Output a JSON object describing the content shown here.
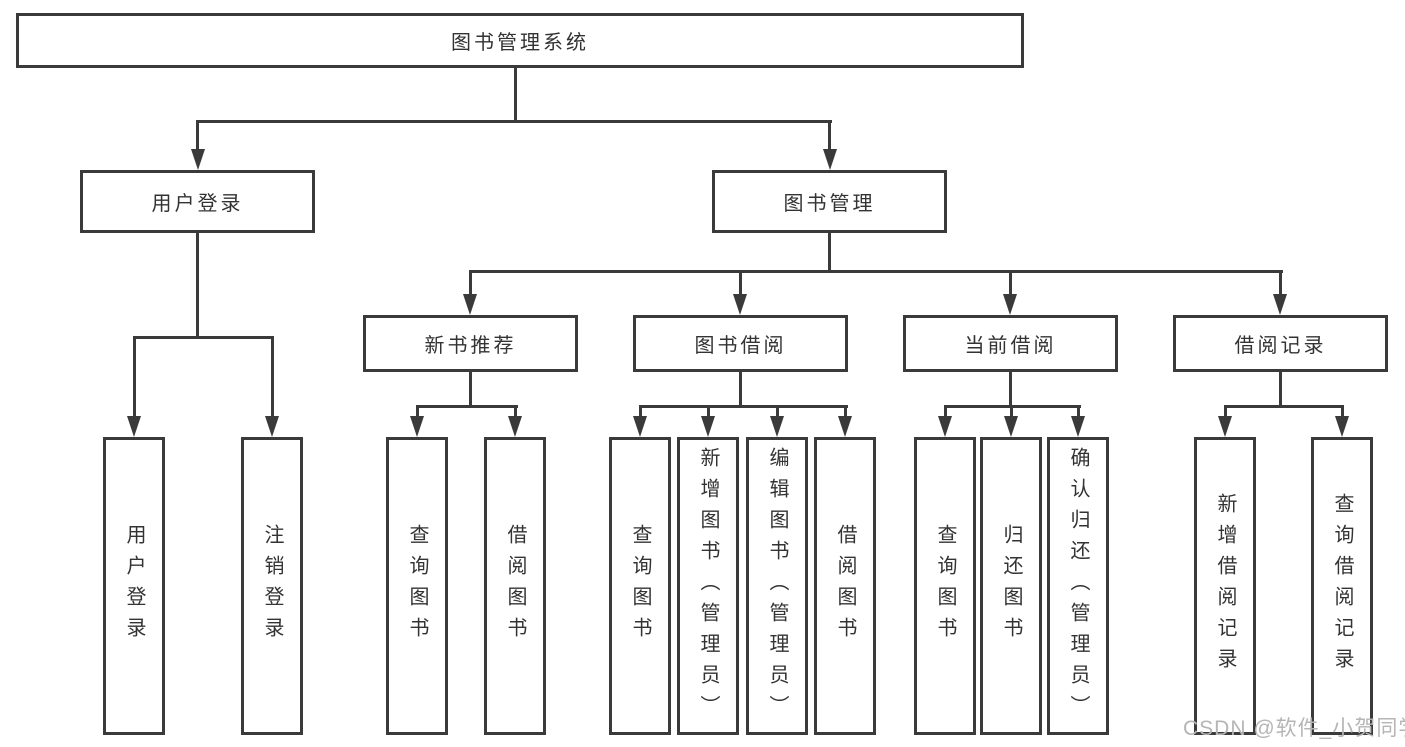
{
  "colors": {
    "line": "#3a3a3a",
    "text": "#333333",
    "watermark": "#b5b5b5",
    "background": "#ffffff"
  },
  "watermark": "CSDN @软件_小贺同学",
  "tree": {
    "root": "图书管理系统",
    "branches": [
      {
        "label": "用户登录",
        "children": [
          "用户登录",
          "注销登录"
        ]
      },
      {
        "label": "图书管理",
        "sections": [
          {
            "label": "新书推荐",
            "children": [
              "查询图书",
              "借阅图书"
            ]
          },
          {
            "label": "图书借阅",
            "children": [
              "查询图书",
              "新增图书（管理员）",
              "编辑图书（管理员）",
              "借阅图书"
            ]
          },
          {
            "label": "当前借阅",
            "children": [
              "查询图书",
              "归还图书",
              "确认归还（管理员）"
            ]
          },
          {
            "label": "借阅记录",
            "children": [
              "新增借阅记录",
              "查询借阅记录"
            ]
          }
        ]
      }
    ]
  }
}
